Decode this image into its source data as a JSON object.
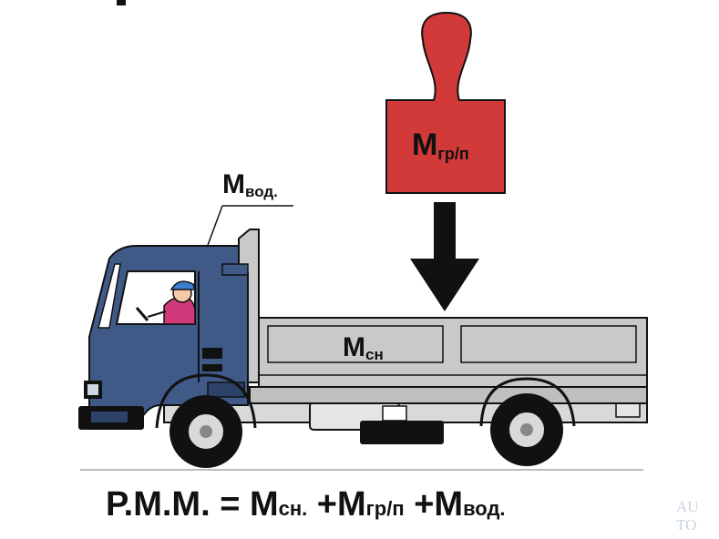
{
  "labels": {
    "weight": {
      "main": "M",
      "sub": "гр/п"
    },
    "driver": {
      "main": "M",
      "sub": "вод."
    },
    "body": {
      "main": "M",
      "sub": "сн"
    }
  },
  "formula": {
    "lhs": "Р.М.М. = ",
    "t1_main": "M",
    "t1_sub": "сн.",
    "t2_main": " +M",
    "t2_sub": "гр/п",
    "t3_main": " +M",
    "t3_sub": "вод."
  },
  "watermark": {
    "line1": "AU",
    "line2": "TO"
  },
  "colors": {
    "cab": "#3f5a87",
    "cab_dark": "#2c4269",
    "cargo_weight": "#d23a3a",
    "cargo_body": "#c9c9c9",
    "chassis": "#d9d9d9",
    "ink": "#111111"
  }
}
